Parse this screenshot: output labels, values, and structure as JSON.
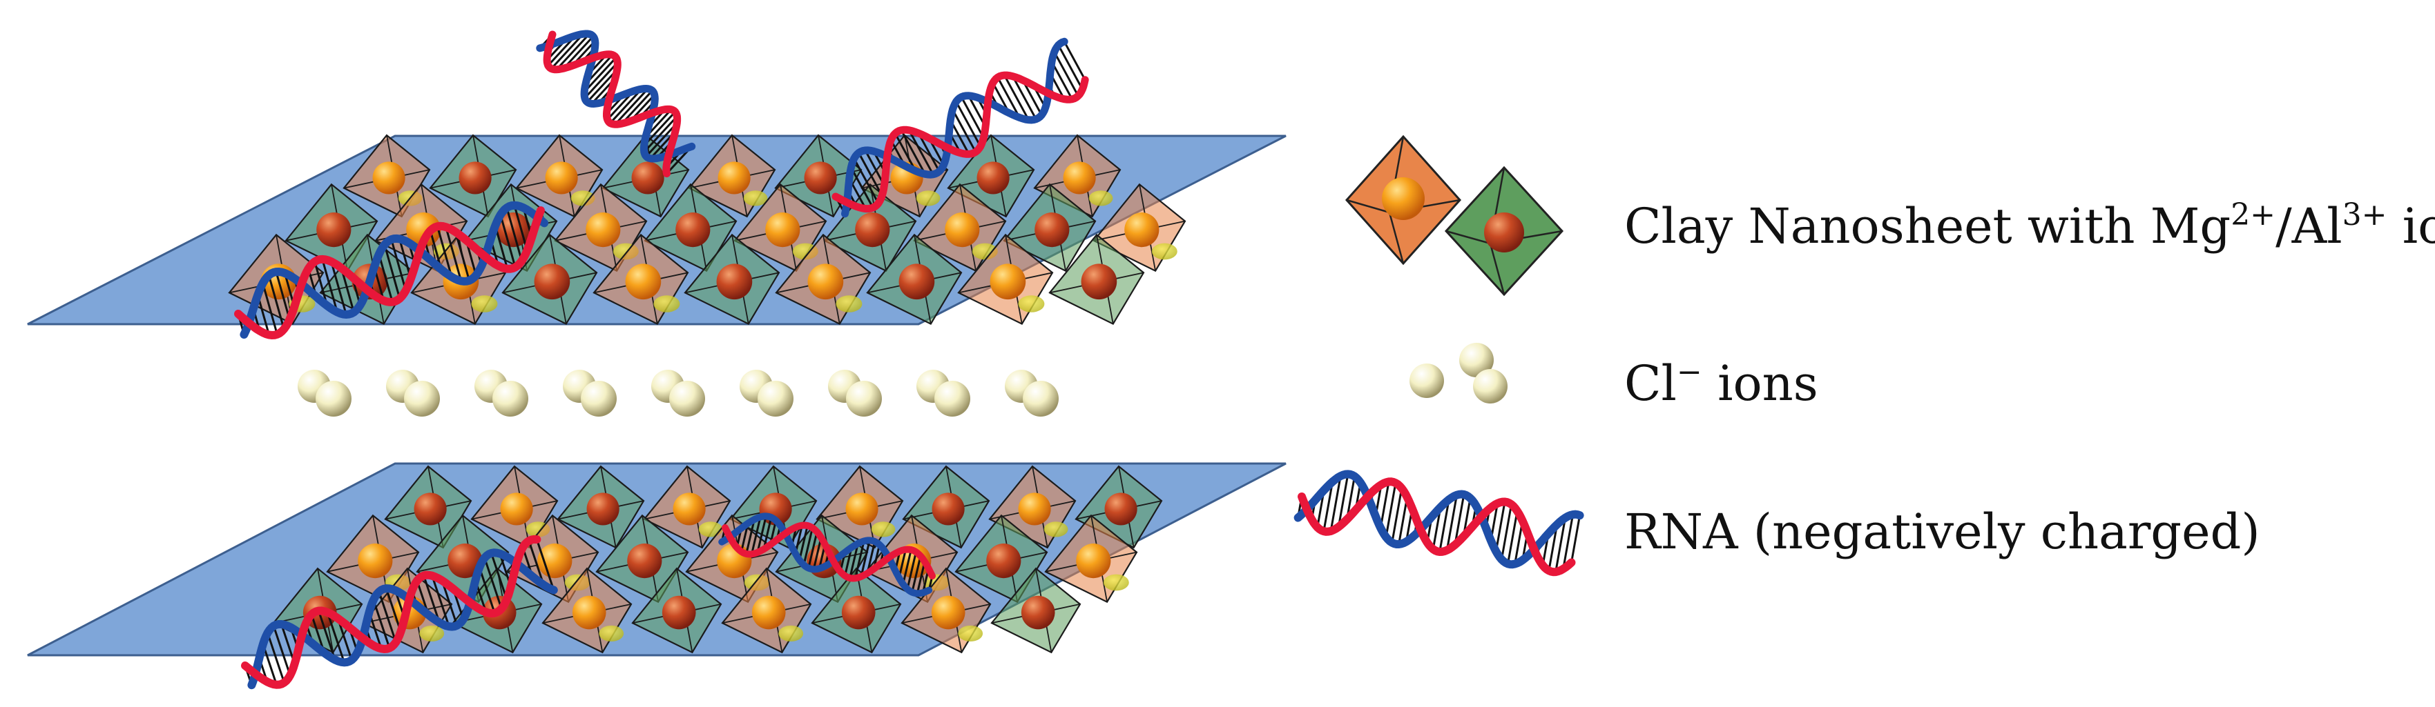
{
  "colors": {
    "sheet": "#7fa6d9",
    "sheet_edge": "#3d5f8f",
    "orange_octahedron": "#e8854a",
    "green_octahedron": "#5e9e5e",
    "orange_ion": "#f29a1a",
    "red_ion": "#c0392b",
    "chloride_ion": "#f4f0c4",
    "rna_red": "#e8173a",
    "rna_blue": "#1f4fa8"
  },
  "icons": {
    "octahedron_orange": "orange-octahedron-icon",
    "octahedron_green": "green-octahedron-icon",
    "chloride": "chloride-ion-icon",
    "rna": "rna-helix-icon"
  },
  "legend": {
    "clay": {
      "prefix": "Clay Nanosheet with Mg",
      "mg_charge": "2+",
      "slash": "/Al",
      "al_charge": "3+",
      "suffix": " ions"
    },
    "chloride": {
      "prefix": "Cl",
      "charge": "−",
      "suffix": " ions"
    },
    "rna": {
      "label": "RNA (negatively charged)"
    }
  }
}
